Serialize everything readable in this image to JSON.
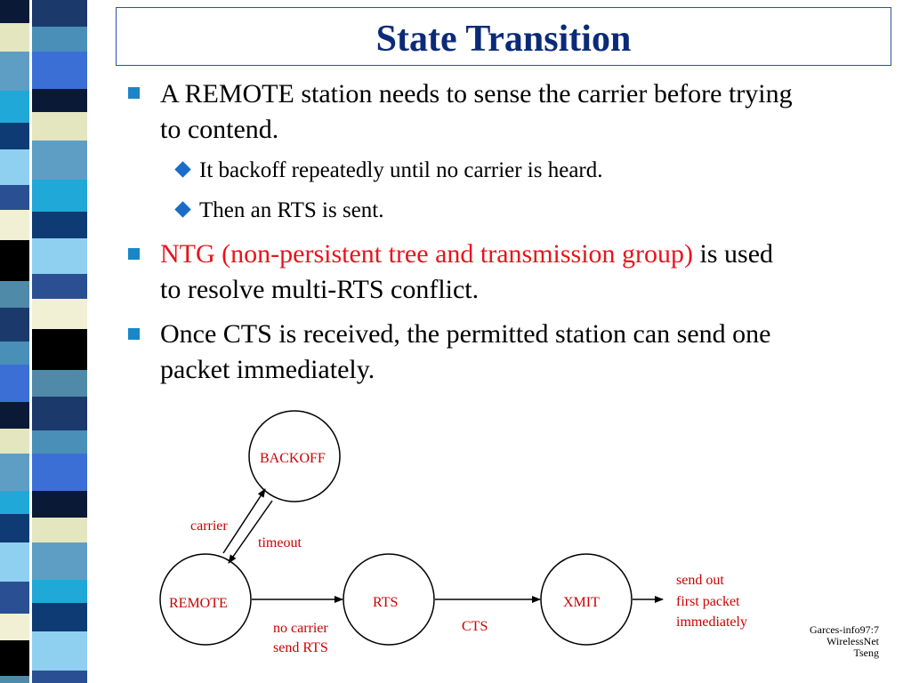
{
  "title": "State Transition",
  "bullets": [
    {
      "lines": [
        "A REMOTE station needs to sense the carrier before trying",
        "to contend."
      ],
      "sub": [
        "It backoff repeatedly until no carrier is heard.",
        "Then an RTS is sent."
      ]
    },
    {
      "red": "NTG (non-persistent tree and transmission group)",
      "rest": " is used",
      "line2": "to resolve multi-RTS conflict."
    },
    {
      "lines": [
        "Once CTS is received, the permitted station can send one",
        "packet immediately."
      ]
    }
  ],
  "diagram": {
    "states": {
      "backoff": "BACKOFF",
      "remote": "REMOTE",
      "rts": "RTS",
      "xmit": "XMIT"
    },
    "edges": {
      "carrier": "carrier",
      "timeout": "timeout",
      "no_carrier": [
        "no carrier",
        "send RTS"
      ],
      "cts": "CTS",
      "send_out": [
        "send out",
        "first packet",
        "immediately"
      ]
    }
  },
  "footer": [
    "Garces-info97:7",
    "WirelessNet",
    "Tseng"
  ],
  "colors": {
    "title": "#0b2a78",
    "bullet": "#1a86c8",
    "accent_red": "#e8141b",
    "label_red": "#cc0000"
  }
}
